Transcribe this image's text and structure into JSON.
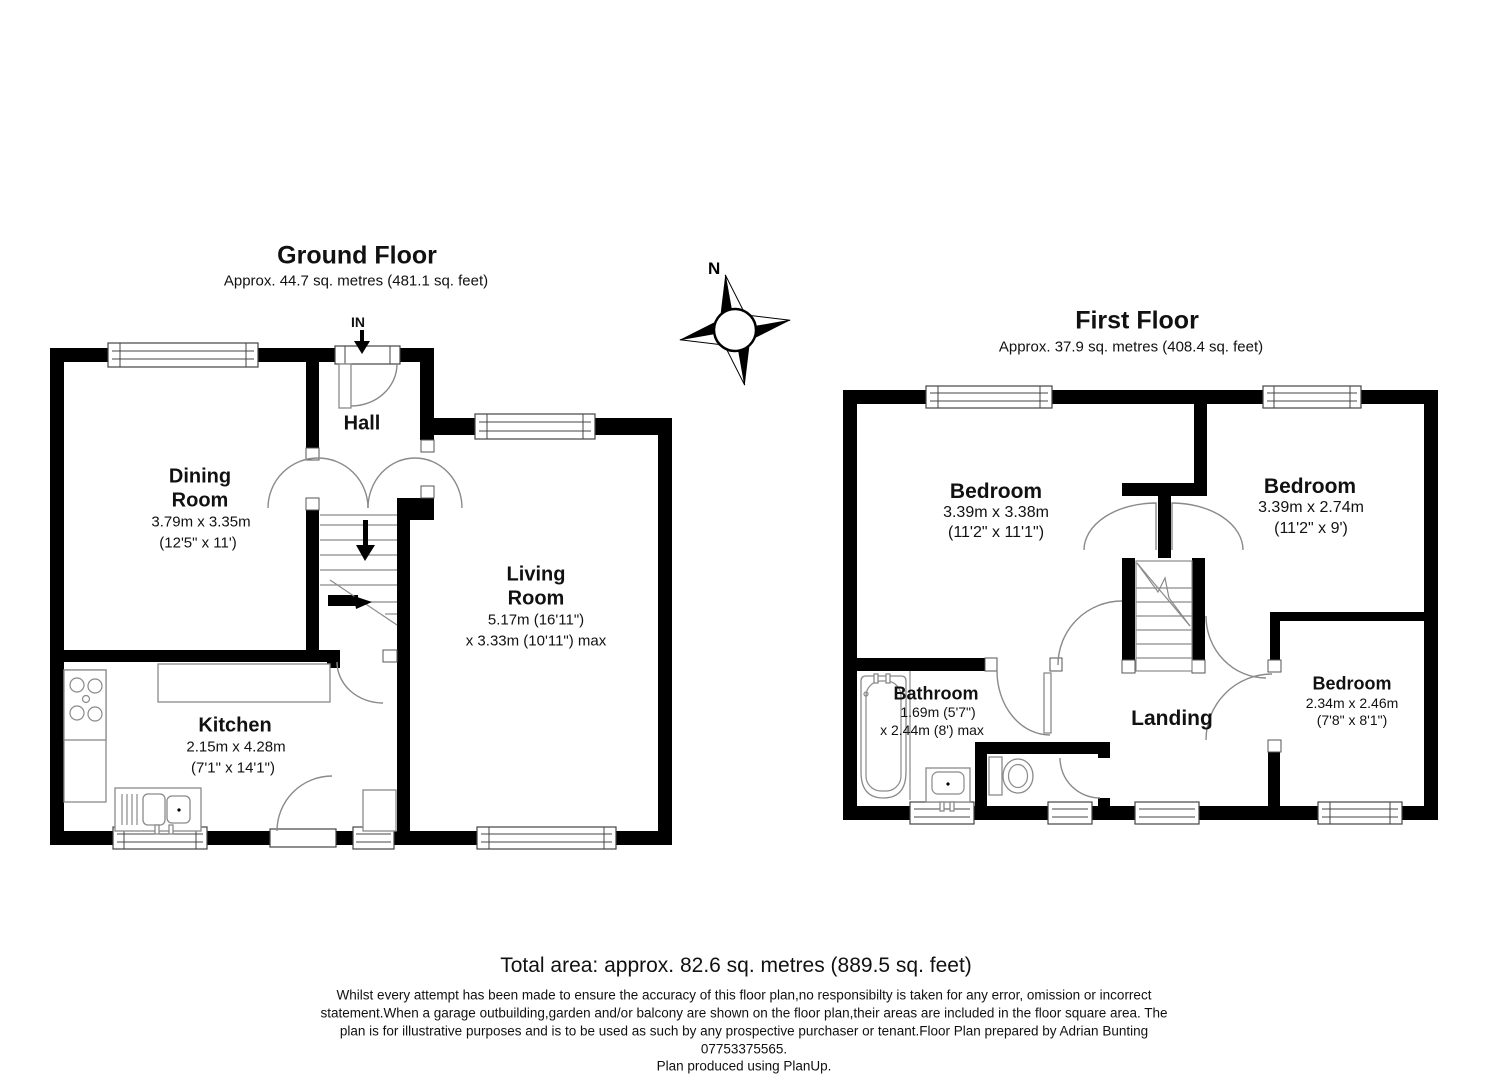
{
  "ground_floor": {
    "title": "Ground Floor",
    "area": "Approx. 44.7 sq. metres (481.1 sq. feet)",
    "entrance": "IN",
    "hall": "Hall",
    "dining": {
      "name": "Dining Room",
      "metric": "3.79m x 3.35m",
      "imperial": "(12'5\" x 11')"
    },
    "living": {
      "name": "Living Room",
      "metric": "5.17m (16'11\")",
      "imperial": "x 3.33m (10'11\") max"
    },
    "kitchen": {
      "name": "Kitchen",
      "metric": "2.15m x 4.28m",
      "imperial": "(7'1\" x 14'1\")"
    }
  },
  "first_floor": {
    "title": "First Floor",
    "area": "Approx. 37.9 sq. metres (408.4 sq. feet)",
    "landing": "Landing",
    "bedroom1": {
      "name": "Bedroom",
      "metric": "3.39m x 3.38m",
      "imperial": "(11'2\" x 11'1\")"
    },
    "bedroom2": {
      "name": "Bedroom",
      "metric": "3.39m x 2.74m",
      "imperial": "(11'2\" x 9')"
    },
    "bedroom3": {
      "name": "Bedroom",
      "metric": "2.34m x 2.46m",
      "imperial": "(7'8\" x 8'1\")"
    },
    "bathroom": {
      "name": "Bathroom",
      "metric": "1.69m (5'7\")",
      "imperial": "x 2.44m (8') max"
    }
  },
  "compass": {
    "north": "N"
  },
  "footer": {
    "total": "Total area: approx. 82.6 sq. metres (889.5 sq. feet)",
    "disclaimer1": "Whilst every attempt has been made to ensure the accuracy of this floor plan,no responsibilty is taken for any error, omission or incorrect",
    "disclaimer2": "statement.When a garage outbuilding,garden and/or balcony are shown on the floor plan,their areas are included in the floor square area. The",
    "disclaimer3": "plan is for illustrative purposes and is to be used as such by any prospective purchaser or tenant.Floor Plan prepared by Adrian Bunting",
    "phone": "07753375565.",
    "credit": "Plan produced using PlanUp."
  }
}
